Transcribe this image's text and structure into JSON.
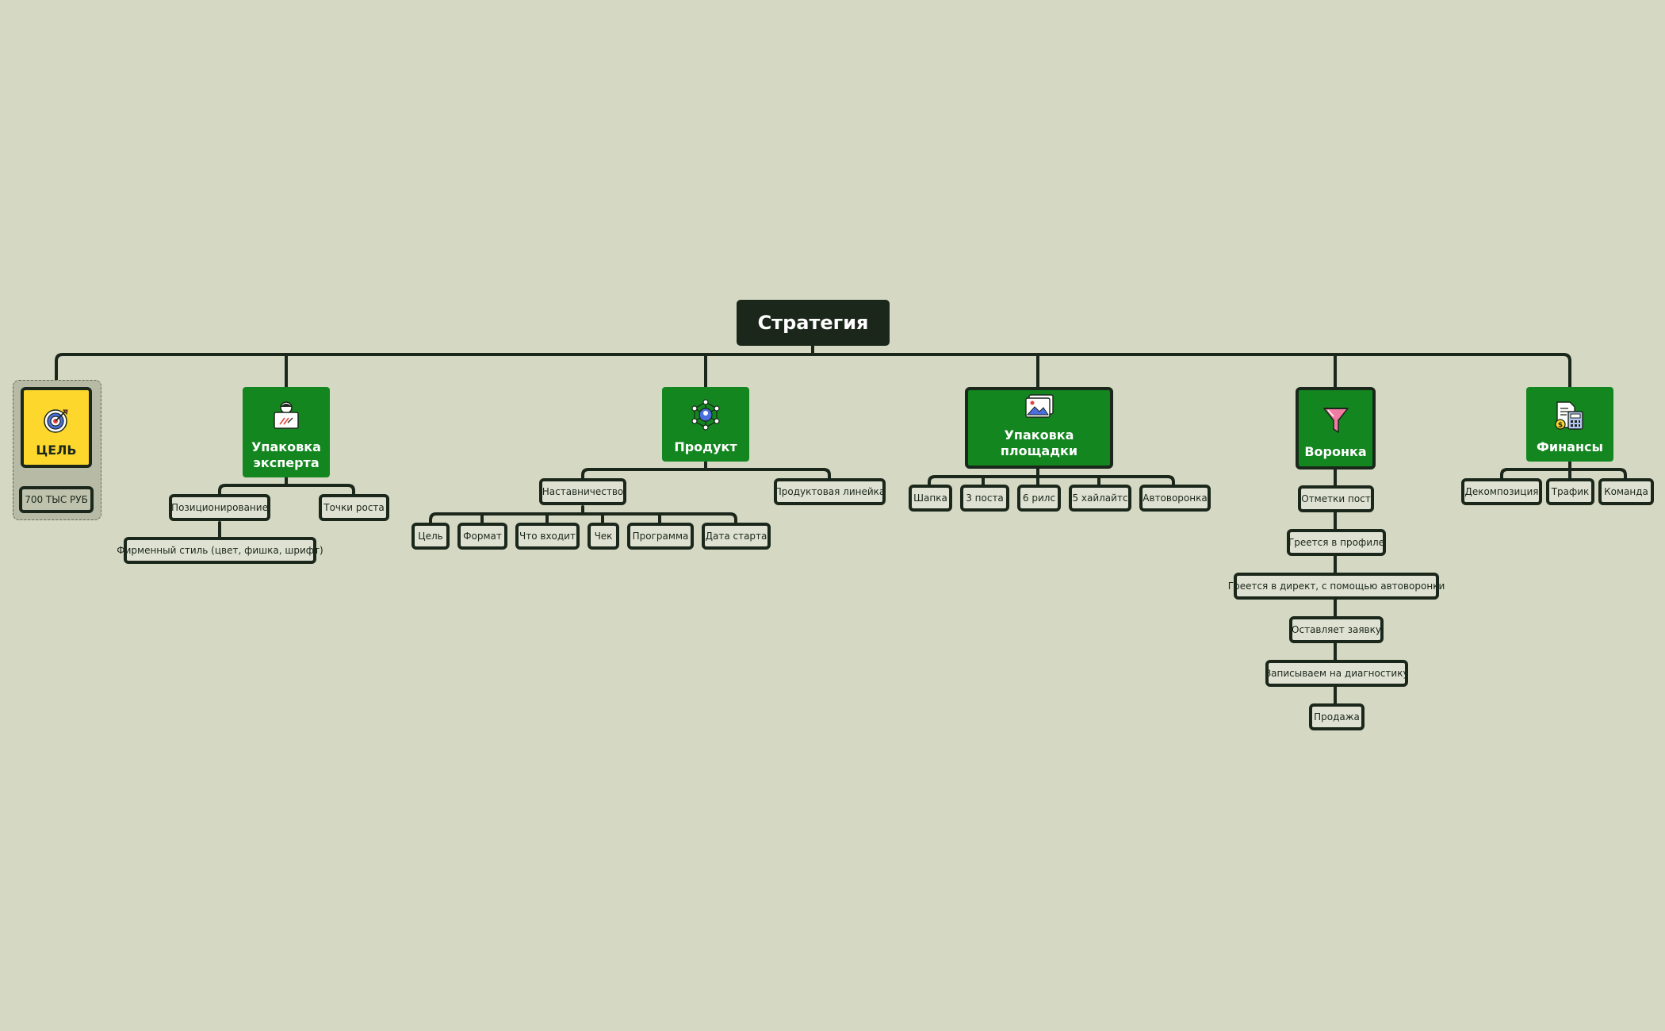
{
  "root": {
    "label": "Стратегия"
  },
  "goal": {
    "label": "ЦЕЛЬ",
    "amount": "700 ТЫС РУБ",
    "icon": "target-icon"
  },
  "expert": {
    "label_line1": "Упаковка",
    "label_line2": "эксперта",
    "icon": "expert-laptop-icon",
    "children": [
      "Позиционирование",
      "Точки роста"
    ],
    "sub": "Фирменный стиль (цвет, фишка, шрифт)"
  },
  "product": {
    "label": "Продукт",
    "icon": "network-icon",
    "children": [
      "Наставничество",
      "Продуктовая линейка"
    ],
    "sub": [
      "Цель",
      "Формат",
      "Что входит",
      "Чек",
      "Программа",
      "Дата старта"
    ]
  },
  "platform": {
    "label": "Упаковка площадки",
    "icon": "image-icon",
    "children": [
      "Шапка",
      "3 поста",
      "6 рилс",
      "5 хайлайтс",
      "Автоворонка"
    ]
  },
  "funnel": {
    "label": "Воронка",
    "icon": "funnel-icon",
    "steps": [
      "Отметки пост",
      "Греется в профиле",
      "Греется в директ, с помощью автоворонки",
      "Оставляет заявку",
      "Записываем на диагностику",
      "Продажа"
    ]
  },
  "finance": {
    "label": "Финансы",
    "icon": "finance-calculator-icon",
    "children": [
      "Декомпозиция",
      "Трафик",
      "Команда"
    ]
  },
  "colors": {
    "background": "#d5d9c3",
    "root": "#1b271b",
    "topic": "#138620",
    "goal": "#fdd72c",
    "leaf": "#dfe2d3",
    "line": "#1b271b"
  }
}
